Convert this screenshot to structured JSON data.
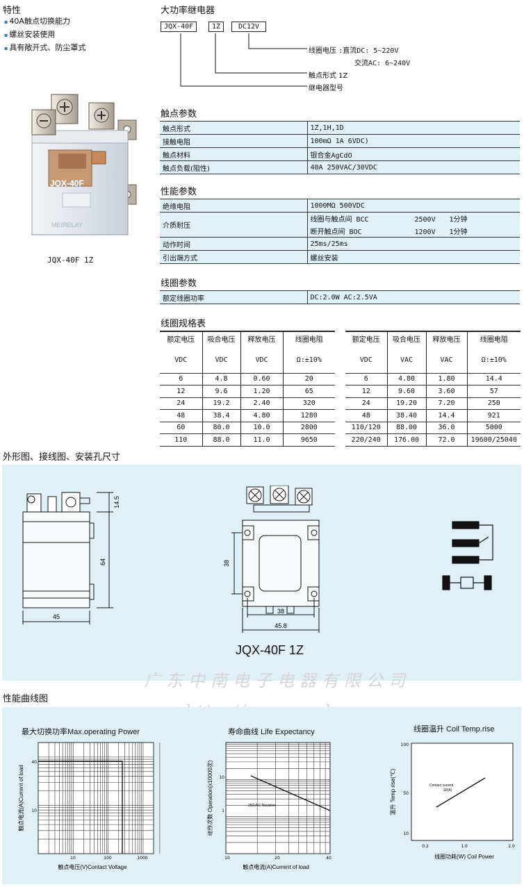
{
  "features": {
    "title": "特性",
    "items": [
      "40A触点切换能力",
      "螺丝安装使用",
      "具有敞开式、防尘罩式"
    ]
  },
  "photo": {
    "caption": "JQX-40F  1Z",
    "housing_text": "JQX-40F",
    "brand_text": "MEIRELAY"
  },
  "main": {
    "title": "大功率继电器",
    "code_parts": [
      "JQX-40F",
      "1Z",
      "DC12V"
    ],
    "legend": {
      "coil_voltage_label": "线圈电压",
      "dc_line": ":直流DC: 5~220V",
      "ac_line": "交流AC: 6~240V",
      "contact_form": "触点形式  1Z",
      "model": "继电器型号"
    }
  },
  "contact_params": {
    "title": "触点参数",
    "rows": [
      {
        "label": "触点形式",
        "value": "1Z,1H,1D"
      },
      {
        "label": "接触电阻",
        "value": "100mΩ 1A 6VDC)"
      },
      {
        "label": "触点材料",
        "value": "银合金AgCdO"
      },
      {
        "label": "触点负载(阻性)",
        "value": "40A   250VAC/30VDC"
      }
    ]
  },
  "performance_params": {
    "title": "性能参数",
    "insulation": {
      "label": "绝缘电阻",
      "value": "1000MΩ 500VDC"
    },
    "dielectric": {
      "label": "介质耐压",
      "line1": {
        "text": "线圈与触点间 BCC",
        "volt": "2500V",
        "time": "1分钟"
      },
      "line2": {
        "text": "断开触点间 BOC",
        "volt": "1200V",
        "time": "1分钟"
      }
    },
    "operate_time": {
      "label": "动作时间",
      "value": "25ms/25ms"
    },
    "terminal": {
      "label": "引出端方式",
      "value": "螺丝安装"
    }
  },
  "coil_params": {
    "title": "线圈参数",
    "rows": [
      {
        "label": "额定线圈功率",
        "value": "DC:2.0W  AC:2.5VA"
      }
    ]
  },
  "coil_spec": {
    "title": "线圈规格表",
    "dc": {
      "headers": [
        "额定电压",
        "吸合电压",
        "释放电压",
        "线圈电阻"
      ],
      "units": [
        "VDC",
        "VDC",
        "VDC",
        "Ω:±10%"
      ],
      "rows": [
        [
          "6",
          "4.8",
          "0.60",
          "20"
        ],
        [
          "12",
          "9.6",
          "1.20",
          "65"
        ],
        [
          "24",
          "19.2",
          "2.40",
          "320"
        ],
        [
          "48",
          "38.4",
          "4.80",
          "1280"
        ],
        [
          "60",
          "80.0",
          "10.0",
          "2800"
        ],
        [
          "110",
          "88.0",
          "11.0",
          "9650"
        ]
      ]
    },
    "ac": {
      "headers": [
        "额定电压",
        "吸合电压",
        "释放电压",
        "线圈电阻"
      ],
      "units": [
        "VDC",
        "VAC",
        "VAC",
        "Ω:±10%"
      ],
      "rows": [
        [
          "6",
          "4.80",
          "1.80",
          "14.4"
        ],
        [
          "12",
          "9.60",
          "3.60",
          "57"
        ],
        [
          "24",
          "19.20",
          "7.20",
          "250"
        ],
        [
          "48",
          "38.40",
          "14.4",
          "921"
        ],
        [
          "110/120",
          "88.00",
          "36.0",
          "5000"
        ],
        [
          "220/240",
          "176.00",
          "72.0",
          "19600/25040"
        ]
      ]
    }
  },
  "dimensions": {
    "title": "外形图、接线图、安装孔尺寸",
    "side": {
      "h_top": "14.5",
      "h_main": "64",
      "w": "45"
    },
    "front": {
      "h": "38",
      "w_inner": "38",
      "w_outer": "45.8"
    },
    "model_label": "JQX-40F  1Z"
  },
  "watermark": {
    "company": "广东中南电子电器有限公司",
    "url": "http://www.zndz.cc"
  },
  "curves": {
    "title": "性能曲线图",
    "power": {
      "title": "最大切换功率Max.operating Power",
      "ylabel": "触点电流(A)Current of load",
      "xlabel": "触点电压(V)Contact Voltage",
      "yticks": [
        "40",
        "10"
      ],
      "xticks": [
        "10",
        "100",
        "1000"
      ]
    },
    "life": {
      "title": "寿命曲线 Life  Expectancy",
      "ylabel": "动作次数 Operation(x10000次)",
      "xlabel": "触点电流(A)Current of load",
      "yticks": [
        "10",
        "1"
      ],
      "xticks": [
        "10",
        "20",
        "40"
      ],
      "annotation": "250VAC Resistive"
    },
    "temp": {
      "title": "线圈温升  Coil Temp.rise",
      "ylabel": "温升 Temp rise(℃)",
      "xlabel": "线圈功耗(W)  Coil Power",
      "yticks": [
        "100",
        "50",
        "10"
      ],
      "xticks": [
        "0.2",
        "1.0",
        "2.0"
      ],
      "annotation1": "Contact current",
      "annotation2": "30(A)"
    }
  }
}
